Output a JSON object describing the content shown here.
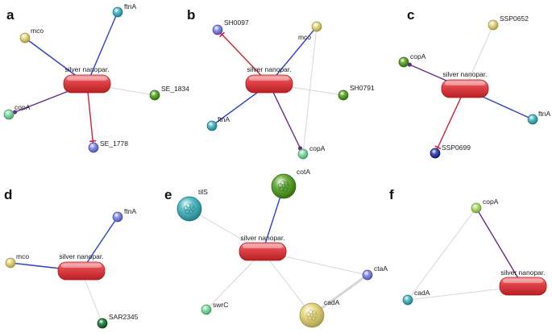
{
  "colors": {
    "hub": "#d9363a",
    "edge_blue": "#2f3fd0",
    "edge_red": "#d11f3a",
    "edge_purple": "#6a2a8a",
    "edge_gray": "#d6d6d6",
    "node_yellow": "#e8dc8a",
    "node_blue": "#8f95e8",
    "node_green": "#6fb045",
    "node_mint": "#8fe0b0",
    "node_teal": "#5fbfc8",
    "node_navy": "#4d57b8",
    "node_lime": "#b6e27a",
    "node_darkgreen": "#3a8a54"
  },
  "panels": [
    {
      "letter": "a",
      "hub_label": "silver nanopar.",
      "nodes": [
        {
          "label": "ftnA",
          "color": "node_teal"
        },
        {
          "label": "mco",
          "color": "node_yellow"
        },
        {
          "label": "SE_1834",
          "color": "node_green"
        },
        {
          "label": "copA",
          "color": "node_mint"
        },
        {
          "label": "SE_1778",
          "color": "node_blue"
        }
      ]
    },
    {
      "letter": "b",
      "hub_label": "silver nanopar.",
      "nodes": [
        {
          "label": "SH0097",
          "color": "node_blue"
        },
        {
          "label": "mco",
          "color": "node_yellow"
        },
        {
          "label": "SH0791",
          "color": "node_green"
        },
        {
          "label": "ftnA",
          "color": "node_teal"
        },
        {
          "label": "copA",
          "color": "node_mint"
        }
      ]
    },
    {
      "letter": "c",
      "hub_label": "silver nanopar.",
      "nodes": [
        {
          "label": "SSP0652",
          "color": "node_yellow"
        },
        {
          "label": "copA",
          "color": "node_green"
        },
        {
          "label": "ftnA",
          "color": "node_teal"
        },
        {
          "label": "SSP0699",
          "color": "node_navy"
        }
      ]
    },
    {
      "letter": "d",
      "hub_label": "silver nanopar.",
      "nodes": [
        {
          "label": "ftnA",
          "color": "node_blue"
        },
        {
          "label": "mco",
          "color": "node_yellow"
        },
        {
          "label": "SAR2345",
          "color": "node_darkgreen"
        }
      ]
    },
    {
      "letter": "e",
      "hub_label": "silver nanopar.",
      "nodes": [
        {
          "label": "tilS",
          "color": "node_teal"
        },
        {
          "label": "cotA",
          "color": "node_green"
        },
        {
          "label": "ctaA",
          "color": "node_blue"
        },
        {
          "label": "swrC",
          "color": "node_mint"
        },
        {
          "label": "cadA",
          "color": "node_yellow"
        }
      ]
    },
    {
      "letter": "f",
      "hub_label": "silver nanopar.",
      "nodes": [
        {
          "label": "copA",
          "color": "node_lime"
        },
        {
          "label": "cadA",
          "color": "node_teal"
        }
      ]
    }
  ]
}
